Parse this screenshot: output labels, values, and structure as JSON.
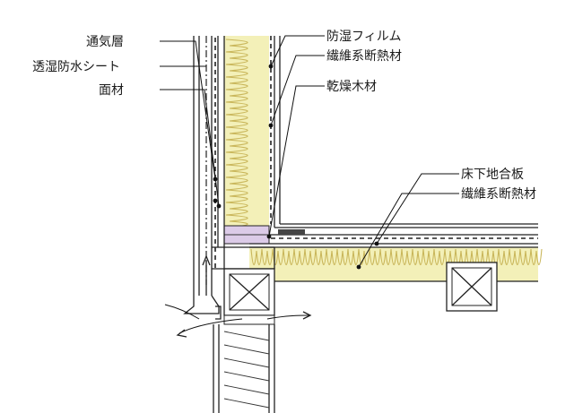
{
  "labels": {
    "air_layer": "通気層",
    "breathable_sheet": "透湿防水シート",
    "facing": "面材",
    "vapor_barrier": "防湿フィルム",
    "fiber_insulation_wall": "繊維系断熱材",
    "dry_lumber": "乾燥木材",
    "subfloor_plywood": "床下地合板",
    "fiber_insulation_floor": "繊維系断熱材"
  },
  "colors": {
    "insulation": "#f3f0b8",
    "insulation_line": "#c9b65a",
    "dry_lumber": "#dccbe8",
    "ink": "#222222"
  }
}
